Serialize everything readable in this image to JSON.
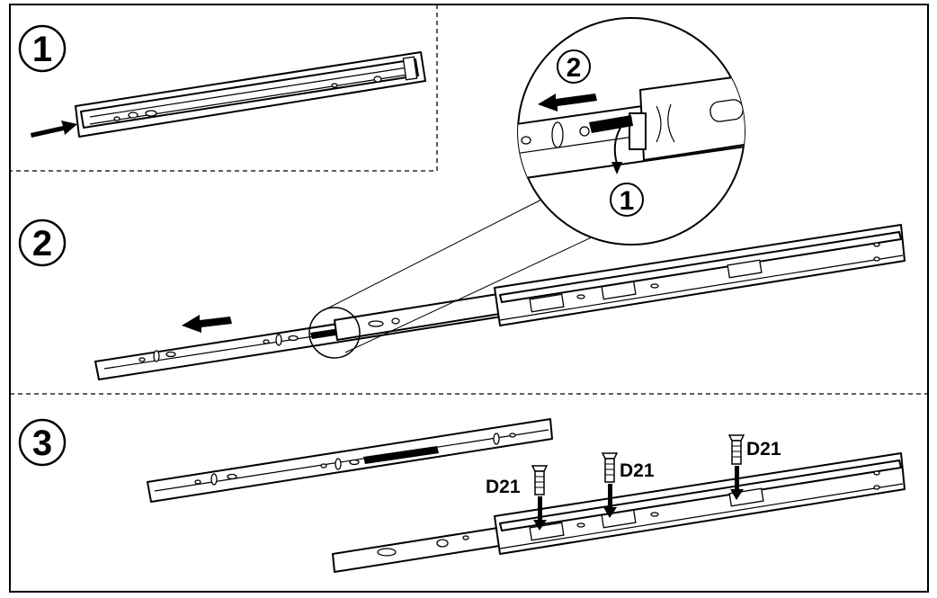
{
  "steps": [
    {
      "number": "1"
    },
    {
      "number": "2"
    },
    {
      "number": "3"
    }
  ],
  "detail_steps": [
    {
      "number": "2"
    },
    {
      "number": "1"
    }
  ],
  "screws": [
    {
      "label": "D21"
    },
    {
      "label": "D21"
    },
    {
      "label": "D21"
    }
  ]
}
